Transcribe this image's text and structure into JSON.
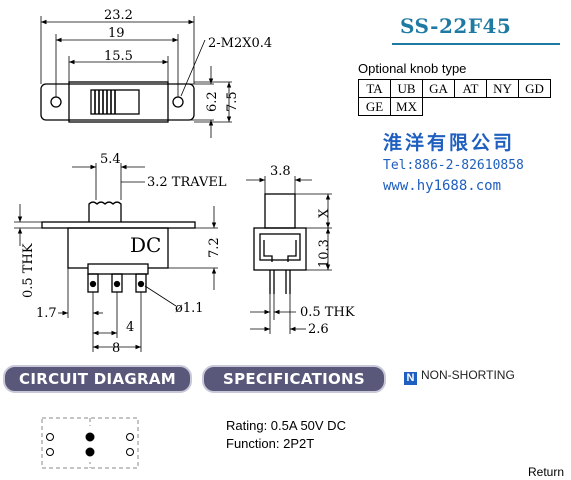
{
  "header": {
    "model": "SS-22F45",
    "knob_label": "Optional knob type",
    "knob_types": [
      [
        "TA",
        "UB",
        "GA",
        "AT",
        "NY",
        "GD"
      ],
      [
        "GE",
        "MX"
      ]
    ]
  },
  "company": {
    "name": "淮洋有限公司",
    "tel": "Tel:886-2-82610858",
    "web": "www.hy1688.com"
  },
  "dimensions": {
    "overall_length": "23.2",
    "hole_spacing": "19",
    "slot_length": "15.5",
    "screw": "2-M2X0.4",
    "width_inner": "6.2",
    "width_outer": "7.5",
    "knob_width": "5.4",
    "travel": "3.2 TRAVEL",
    "body_height": "7.2",
    "side_knob": "3.8",
    "side_height": "10.3",
    "side_x": "X",
    "thk_left": "0.5 THK",
    "thk_right": "0.5 THK",
    "pin_offset": "1.7",
    "pin_pitch": "4",
    "pin_span": "8",
    "pin_dia": "ø1.1",
    "side_width": "2.6",
    "body_label": "DC"
  },
  "sections": {
    "circuit": "CIRCUIT DIAGRAM",
    "specs": "SPECIFICATIONS",
    "non_shorting": "NON-SHORTING",
    "ns_icon": "N"
  },
  "specifications": {
    "rating": "Rating: 0.5A 50V DC",
    "function": "Function: 2P2T"
  },
  "nav": {
    "return": "Return"
  }
}
